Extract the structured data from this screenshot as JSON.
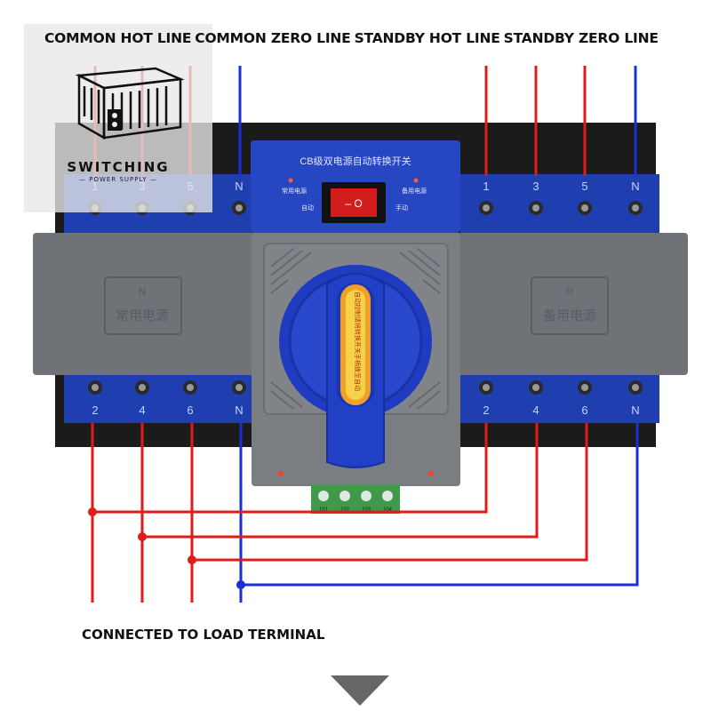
{
  "header": {
    "labels": [
      "COMMON HOT LINE",
      "COMMON ZERO LINE",
      "STANDBY HOT LINE",
      "STANDBY ZERO LINE"
    ]
  },
  "logo": {
    "word": "SWITCHING",
    "tagline": "POWER SUPPLY"
  },
  "device": {
    "title": "CB级双电源自动转换开关",
    "indicator_left": "常用电源",
    "indicator_right": "备用电源",
    "mode_auto": "自动",
    "mode_manual": "手动",
    "rocker_label": "– O",
    "left_module_letter": "N",
    "left_module_text": "常用电源",
    "right_module_letter": "R",
    "right_module_text": "备用电源",
    "handle_text": "自动控制请将转换开关手柄拨至自动",
    "top_terminals_left": [
      "1",
      "3",
      "5",
      "N"
    ],
    "top_terminals_right": [
      "1",
      "3",
      "5",
      "N"
    ],
    "bottom_terminals_left": [
      "2",
      "4",
      "6",
      "N"
    ],
    "bottom_terminals_right": [
      "2",
      "4",
      "6",
      "N"
    ],
    "control_terminals": [
      "101",
      "102",
      "103",
      "104"
    ]
  },
  "footer": {
    "label": "CONNECTED TO LOAD TERMINAL"
  },
  "colors": {
    "hot_line": "#e11a1a",
    "zero_line": "#1a2fd6",
    "housing_blue": "#1f3fb0",
    "cover_grey": "#6f7378"
  }
}
